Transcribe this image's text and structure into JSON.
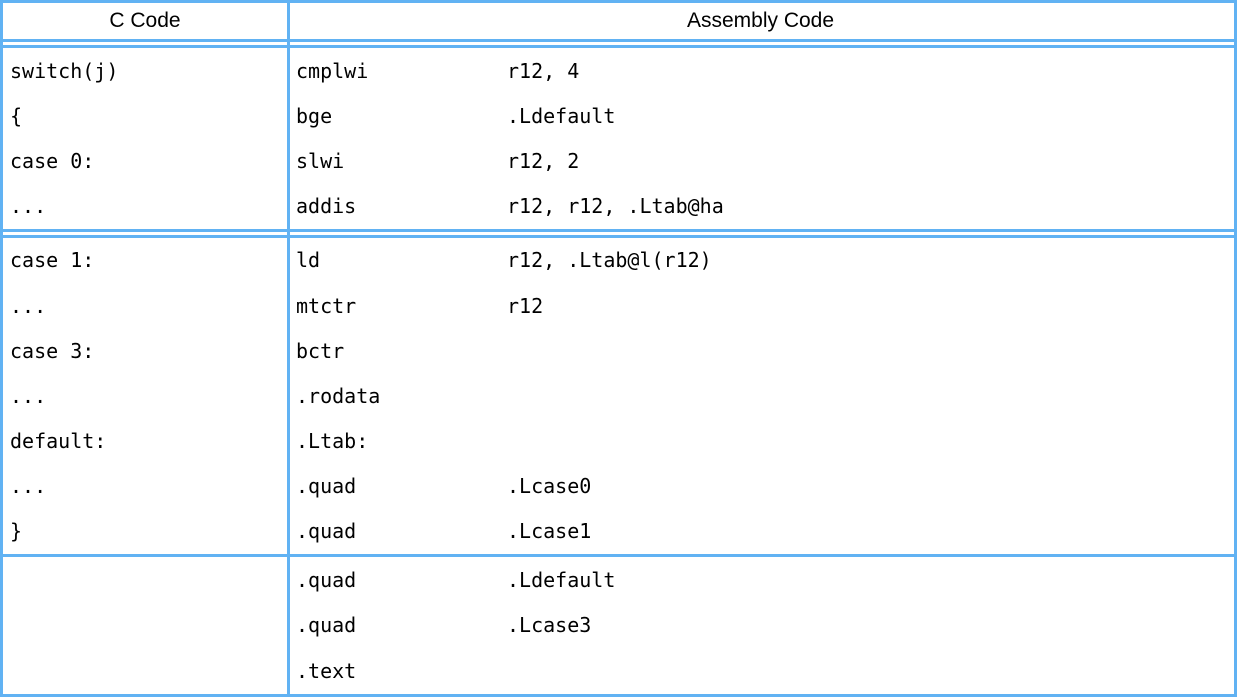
{
  "meta": {
    "border_color": "#61b2f3",
    "background_color": "#ffffff",
    "text_color": "#000000"
  },
  "header": {
    "c_code_label": "C Code",
    "assembly_label": "Assembly Code"
  },
  "sections": [
    {
      "rows": [
        {
          "c": "switch(j)",
          "mnemonic": "cmplwi",
          "operands": "r12, 4"
        },
        {
          "c": "{",
          "mnemonic": "bge",
          "operands": ".Ldefault"
        },
        {
          "c": "case 0:",
          "mnemonic": "slwi",
          "operands": "r12, 2"
        },
        {
          "c": "...",
          "mnemonic": "addis",
          "operands": "r12, r12, .Ltab@ha"
        }
      ]
    },
    {
      "rows": [
        {
          "c": "case 1:",
          "mnemonic": "ld",
          "operands": "r12, .Ltab@l(r12)"
        },
        {
          "c": "...",
          "mnemonic": "mtctr",
          "operands": "r12"
        },
        {
          "c": "case 3:",
          "mnemonic": "bctr",
          "operands": ""
        },
        {
          "c": "...",
          "mnemonic": ".rodata",
          "operands": ""
        },
        {
          "c": "default:",
          "mnemonic": ".Ltab:",
          "operands": ""
        },
        {
          "c": "...",
          "mnemonic": ".quad",
          "operands": ".Lcase0"
        },
        {
          "c": "}",
          "mnemonic": ".quad",
          "operands": ".Lcase1"
        }
      ]
    },
    {
      "rows": [
        {
          "c": "",
          "mnemonic": ".quad",
          "operands": ".Ldefault"
        },
        {
          "c": "",
          "mnemonic": ".quad",
          "operands": ".Lcase3"
        },
        {
          "c": "",
          "mnemonic": ".text",
          "operands": ""
        }
      ]
    }
  ]
}
